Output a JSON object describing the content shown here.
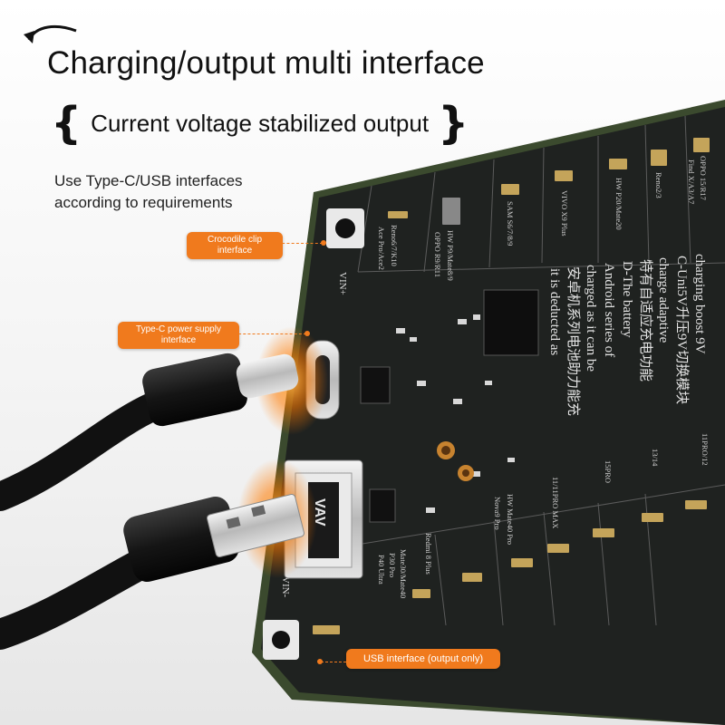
{
  "header": {
    "title": "Charging/output multi interface",
    "subtitle_left_brace": "{",
    "subtitle": "Current voltage stabilized output",
    "subtitle_right_brace": "}",
    "note_line1": "Use Type-C/USB interfaces",
    "note_line2": "according to requirements"
  },
  "callouts": {
    "crocodile_line1": "Crocodile clip",
    "crocodile_line2": "interface",
    "typec_line1": "Type-C power supply",
    "typec_line2": "interface",
    "usb": "USB interface (output only)"
  },
  "board": {
    "vin_plus": "VIN+",
    "vin_minus": "VIN-",
    "usb_port_text": "VAV",
    "desc_lines": [
      "charging boost 9V",
      "C-Uni5V升压9V切换模块",
      "charge adaptive",
      "特有自适应充电功能",
      "D-The battery",
      "Android series of",
      "charged as it can be",
      "安卓机系列电池助力能充",
      "it is deducted as"
    ],
    "model_labels": [
      "OPPO 15/R17",
      "Find X/A3/A7",
      "Reno2/3",
      "HW P20/Mate20",
      "VIVO X9 Plus",
      "SAM S6/7/8/9",
      "HW P9/Mate8/9",
      "OPPO R9/R11",
      "Reno6/7/K10",
      "Ace Pro/Ace2",
      "11PRO/12",
      "13/14",
      "15PRO",
      "HW Mate40 Pro",
      "Nova9 Pro",
      "Redmi 8 Plus",
      "P30 Pro",
      "P40 Ultra",
      "Mate30/Mate40",
      "11/11PRO MAX"
    ],
    "colors": {
      "board": "#1f2220",
      "board_edge": "#3b4a2e",
      "accent": "#f07a1d"
    }
  }
}
